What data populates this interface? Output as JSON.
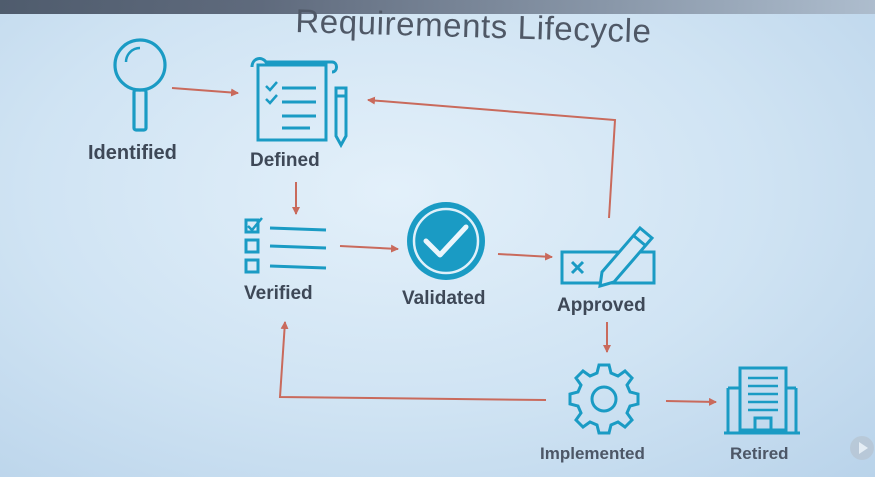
{
  "title": "Requirements Lifecycle",
  "stages": {
    "identified": "Identified",
    "defined": "Defined",
    "verified": "Verified",
    "validated": "Validated",
    "approved": "Approved",
    "implemented": "Implemented",
    "retired": "Retired"
  },
  "icons": {
    "identified": "magnifier-icon",
    "defined": "document-pen-icon",
    "verified": "checklist-icon",
    "validated": "check-circle-icon",
    "approved": "signature-icon",
    "implemented": "gear-icon",
    "retired": "building-icon"
  },
  "colors": {
    "icon": "#1a9bc4",
    "arrow": "#c96a5c",
    "label": "#3e4857",
    "title": "#4f5866"
  }
}
